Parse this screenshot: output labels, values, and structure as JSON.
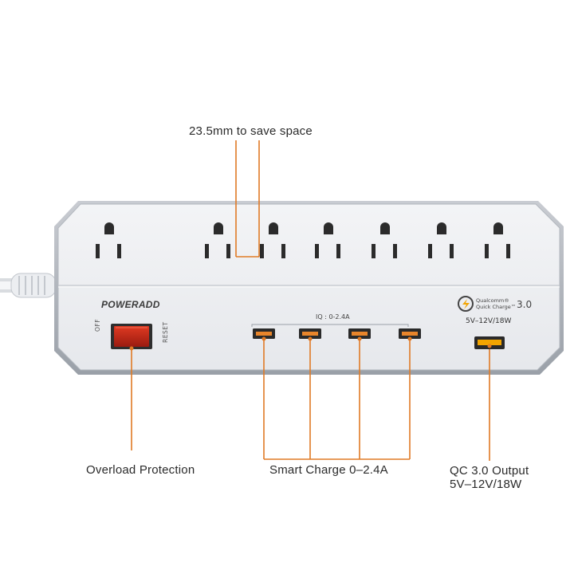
{
  "callouts": {
    "top": "23.5mm to save space",
    "overload": "Overload Protection",
    "smart_charge": "Smart Charge 0–2.4A",
    "qc_line1": "QC 3.0 Output",
    "qc_line2": "5V–12V/18W"
  },
  "device": {
    "brand": "POWERADD",
    "switch_off": "OFF",
    "switch_reset": "RESET",
    "usb_group_label": "IQ : 0-2.4A",
    "qc_brand_line1": "Qualcomm®",
    "qc_brand_line2": "Quick Charge™",
    "qc_version": "3.0",
    "qc_spec": "5V–12V/18W"
  },
  "colors": {
    "callout_line": "#e07a25",
    "switch_red": "#c0271a",
    "qc_port": "#f2a400",
    "body": "#eef0f3"
  }
}
